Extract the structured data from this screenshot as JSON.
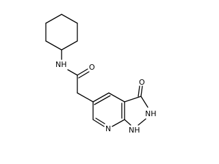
{
  "molecule": {
    "labels": {
      "amide_nh": "NH",
      "carbonyl_o": "O",
      "keto_o": "O",
      "pyridine_n": "N",
      "pyrazole_nh_upper": "NH",
      "pyrazole_nh_lower": "NH"
    }
  }
}
